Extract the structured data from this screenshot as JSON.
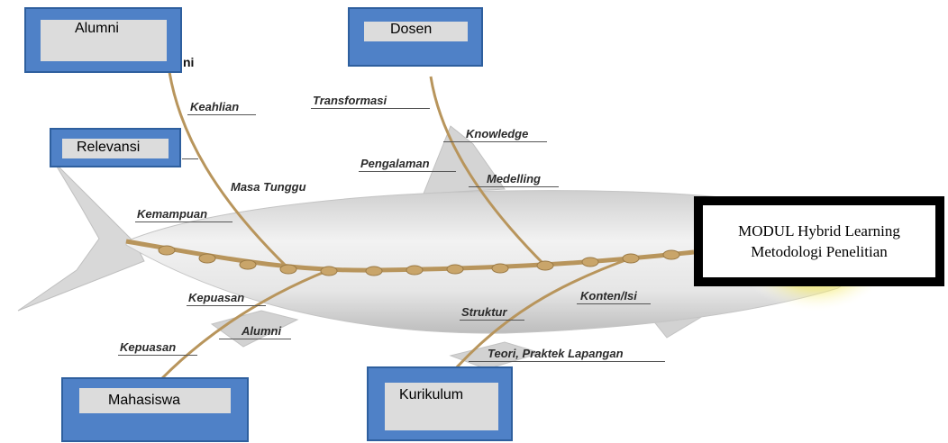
{
  "effect": {
    "line1": "MODUL Hybrid Learning",
    "line2": "Metodologi Penelitian"
  },
  "categories": {
    "alumni": "Alumni",
    "dosen": "Dosen",
    "relevansi": "Relevansi",
    "mahasiswa": "Mahasiswa",
    "kurikulum": "Kurikulum"
  },
  "causes": {
    "keahlian": "Keahlian",
    "masa_tunggu": "Masa Tunggu",
    "kemampuan": "Kemampuan",
    "transformasi": "Transformasi",
    "knowledge": "Knowledge",
    "pengalaman": "Pengalaman",
    "medelling": "Medelling",
    "kepuasan_1": "Kepuasan",
    "alumni": "Alumni",
    "kepuasan_2": "Kepuasan",
    "struktur": "Struktur",
    "konten_isi": "Konten/Isi",
    "teori_praktek": "Teori, Praktek Lapangan"
  },
  "fragment": "ni",
  "colors": {
    "box_fill": "#4f81c7",
    "box_inner": "#dcdcdc",
    "bone": "#b8955c",
    "effect_border": "#000000",
    "head_glow": "#f2e93a"
  }
}
